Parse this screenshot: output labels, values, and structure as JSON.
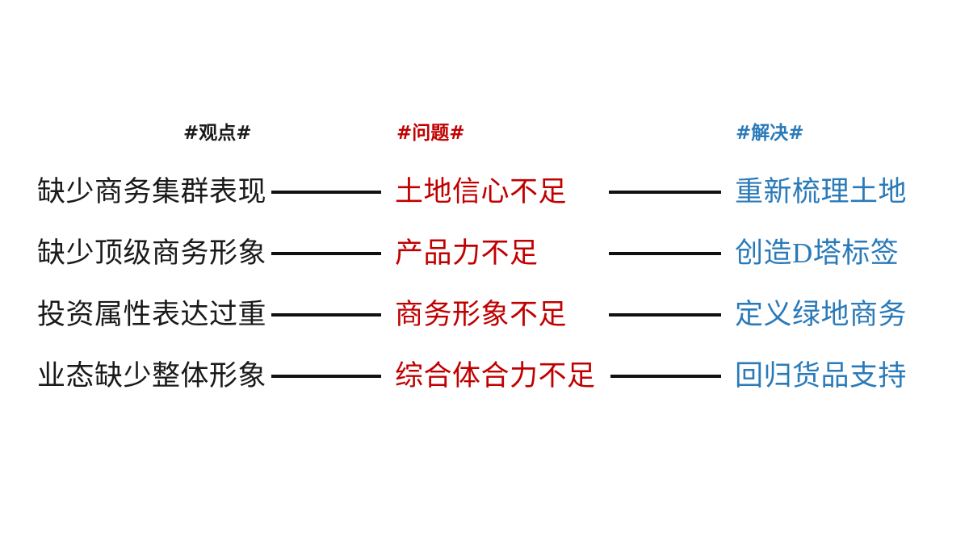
{
  "slide": {
    "background_color": "#ffffff",
    "colors": {
      "viewpoint": "#1a1a1a",
      "problem": "#c00000",
      "solution": "#2a7ab9",
      "connector": "#111111"
    }
  },
  "headers": {
    "viewpoint": "#观点#",
    "problem": "#问题#",
    "solution": "#解决#"
  },
  "rows": [
    {
      "viewpoint": "缺少商务集群表现",
      "problem": "土地信心不足",
      "solution": "重新梳理土地"
    },
    {
      "viewpoint": "缺少顶级商务形象",
      "problem": "产品力不足",
      "solution": "创造D塔标签"
    },
    {
      "viewpoint": "投资属性表达过重",
      "problem": "商务形象不足",
      "solution": "定义绿地商务"
    },
    {
      "viewpoint": "业态缺少整体形象",
      "problem": "综合体合力不足",
      "solution": "回归货品支持"
    }
  ]
}
